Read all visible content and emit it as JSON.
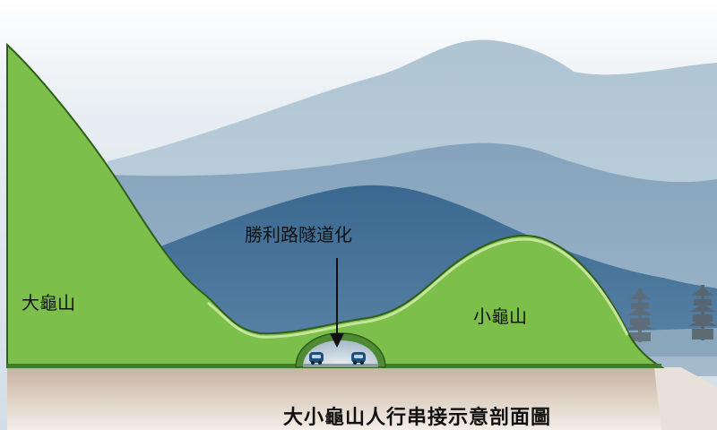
{
  "labels": {
    "big_mountain": "大龜山",
    "small_mountain": "小龜山",
    "tunnel": "勝利路隧道化"
  },
  "caption": "大小龜山人行串接示意剖面圖",
  "colors": {
    "sky": "#d9e2e8",
    "far_mountain": "#a9c0d0",
    "mid_mountain": "#7d9fba",
    "near_mountain": "#3f6e95",
    "hill_green": "#7cbf4a",
    "hill_edge": "#2f5e1a",
    "hill_rim": "#c6e59a",
    "ground": "#b39a86",
    "water": "#9fb4c4",
    "tunnel_inner": "#d4e1ea",
    "car": "#1e4e7a"
  },
  "icons": [
    "down-arrow-icon",
    "car-icon",
    "pagoda-icon"
  ]
}
